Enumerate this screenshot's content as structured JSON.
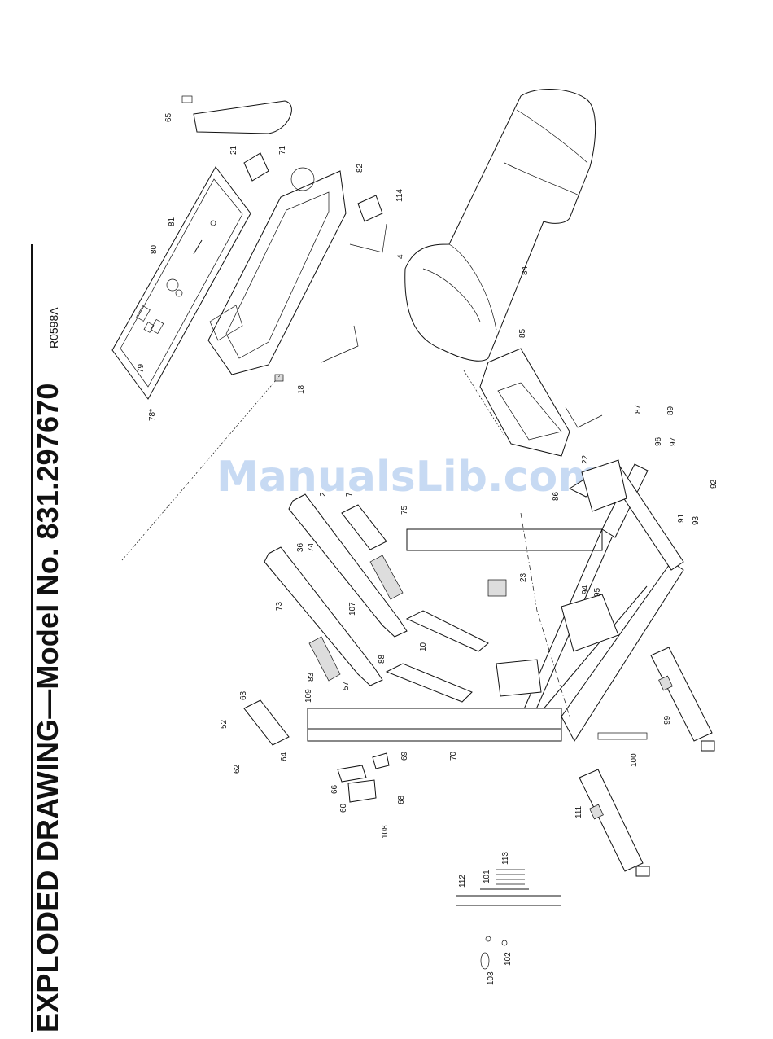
{
  "title": "EXPLODED DRAWING—Model No. 831.297670",
  "drawing_code": "R0598A",
  "watermark": "ManualsLib.com",
  "part_labels": [
    "2",
    "4",
    "7",
    "10",
    "18",
    "21",
    "22",
    "23",
    "36",
    "52",
    "57",
    "60",
    "62",
    "63",
    "64",
    "65",
    "66",
    "68",
    "69",
    "70",
    "71",
    "73",
    "74",
    "75",
    "78*",
    "79",
    "80",
    "81",
    "82",
    "83",
    "84",
    "85",
    "86",
    "87",
    "88",
    "89",
    "91",
    "92",
    "93",
    "94",
    "95",
    "96",
    "97",
    "99",
    "100",
    "101",
    "102",
    "103",
    "107",
    "108",
    "109",
    "111",
    "112",
    "113",
    "114"
  ]
}
